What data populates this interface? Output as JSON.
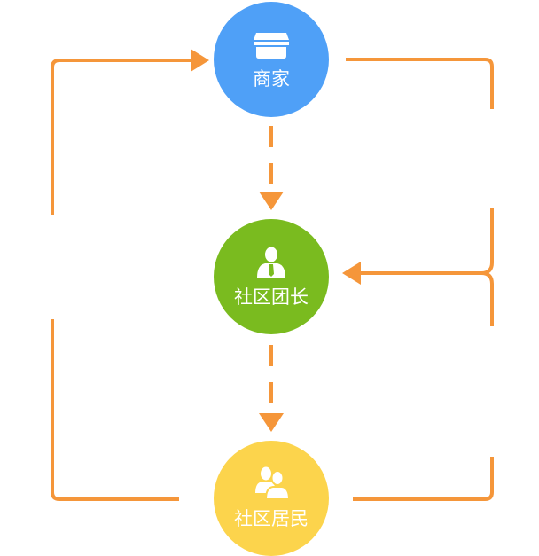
{
  "colors": {
    "line": "#F5963A",
    "merchant": "#4FA0F7",
    "leader": "#7ABB1F",
    "resident": "#FCD44C",
    "icon": "#ffffff"
  },
  "nodes": {
    "merchant": {
      "label": "商家",
      "icon": "store-icon"
    },
    "leader": {
      "label": "社区团长",
      "icon": "person-tie-icon"
    },
    "resident": {
      "label": "社区居民",
      "icon": "people-icon"
    }
  }
}
